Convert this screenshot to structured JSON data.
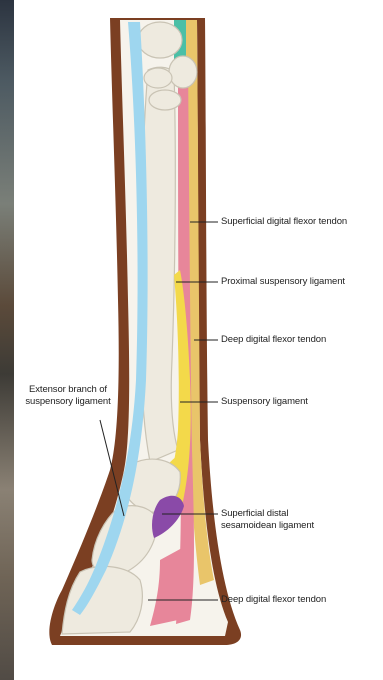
{
  "labels": {
    "superficial_digital_flexor_tendon": "Superficial digital flexor tendon",
    "proximal_suspensory_ligament": "Proximal suspensory ligament",
    "deep_digital_flexor_tendon_upper": "Deep digital flexor tendon",
    "suspensory_ligament": "Suspensory ligament",
    "extensor_branch_line1": "Extensor branch of",
    "extensor_branch_line2": "suspensory ligament",
    "superficial_distal_line1": "Superficial distal",
    "superficial_distal_line2": "sesamoidean ligament",
    "deep_digital_flexor_tendon_lower": "Deep digital flexor tendon"
  },
  "colors": {
    "skin": "#7b3f22",
    "bone": "#eeeadf",
    "bone_shadow": "#c9c3b4",
    "extensor_tendon": "#9ed6ef",
    "superficial_flexor": "#e7869a",
    "deep_flexor": "#e9c56a",
    "suspensory": "#f3d94a",
    "distal_sesamoidean": "#8a4aa8",
    "top_teal": "#4bbfa6",
    "leader_line": "#222222"
  }
}
